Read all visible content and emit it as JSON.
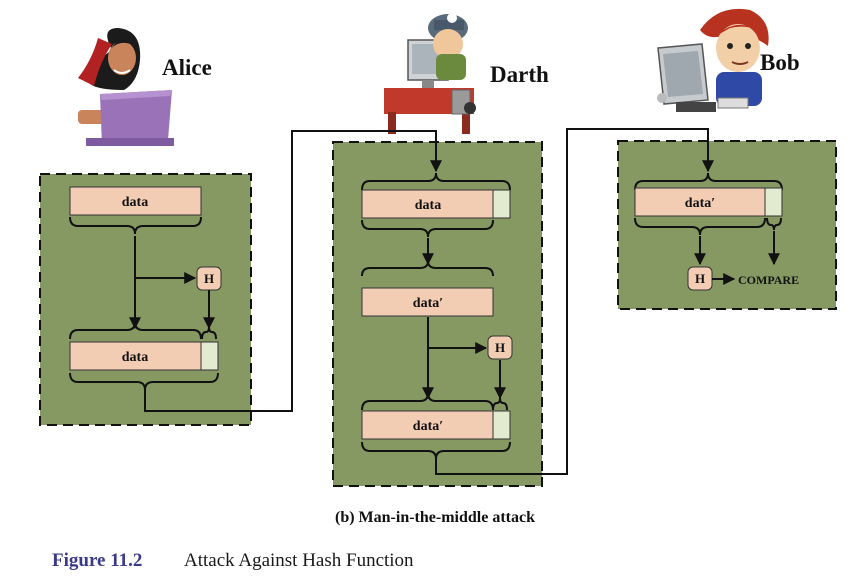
{
  "people": {
    "alice": "Alice",
    "darth": "Darth",
    "bob": "Bob"
  },
  "boxes": {
    "alice_top": "data",
    "alice_bottom": "data",
    "darth_top": "data",
    "darth_mid": "data′",
    "darth_bottom": "data′",
    "bob_top": "data′"
  },
  "hash_symbol": "H",
  "compare_label": "COMPARE",
  "caption": {
    "sub": "(b) Man-in-the-middle attack",
    "figure_number": "Figure 11.2",
    "figure_title": "Attack Against Hash Function"
  },
  "colors": {
    "panel_fill": "#879962",
    "data_fill": "#f2cdb4",
    "hash_fill": "#e2ead0",
    "h_fill": "#f2cdb4"
  }
}
